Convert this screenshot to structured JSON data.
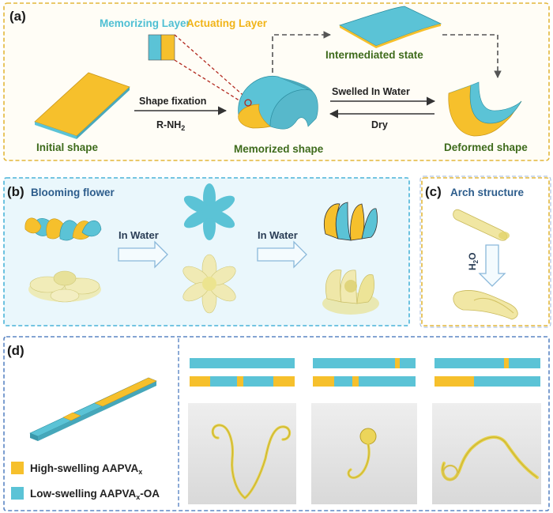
{
  "panel_a": {
    "tag": "(a)",
    "memorizing_layer": "Memorizing Layer",
    "actuating_layer": "Actuating Layer",
    "intermediated_state": "Intermediated state",
    "initial_shape": "Initial shape",
    "shape_fixation": "Shape fixation",
    "reagent": "R-NH",
    "reagent_sub": "2",
    "memorized_shape": "Memorized shape",
    "swelled": "Swelled In Water",
    "dry": "Dry",
    "deformed_shape": "Deformed shape"
  },
  "panel_b": {
    "tag": "(b)",
    "title": "Blooming flower",
    "arrow1": "In Water",
    "arrow2": "In Water"
  },
  "panel_c": {
    "tag": "(c)",
    "title": "Arch structure",
    "reagent": "H",
    "reagent_sub": "2",
    "reagent_end": "O"
  },
  "panel_d": {
    "tag": "(d)",
    "legend_high": "High-swelling AAPVA",
    "legend_high_sub": "x",
    "legend_low": "Low-swelling AAPVA",
    "legend_low_sub": "x",
    "legend_low_end": "-OA"
  },
  "colors": {
    "yellow": "#f6c02c",
    "cyan": "#5bc3d6",
    "panel_a_border": "#e3b73a",
    "panel_b_border": "#4ab4d8",
    "panel_c_border": "#e3b73a",
    "panel_d_border": "#5b86c4",
    "panel_b_fill": "#eaf7fc"
  }
}
